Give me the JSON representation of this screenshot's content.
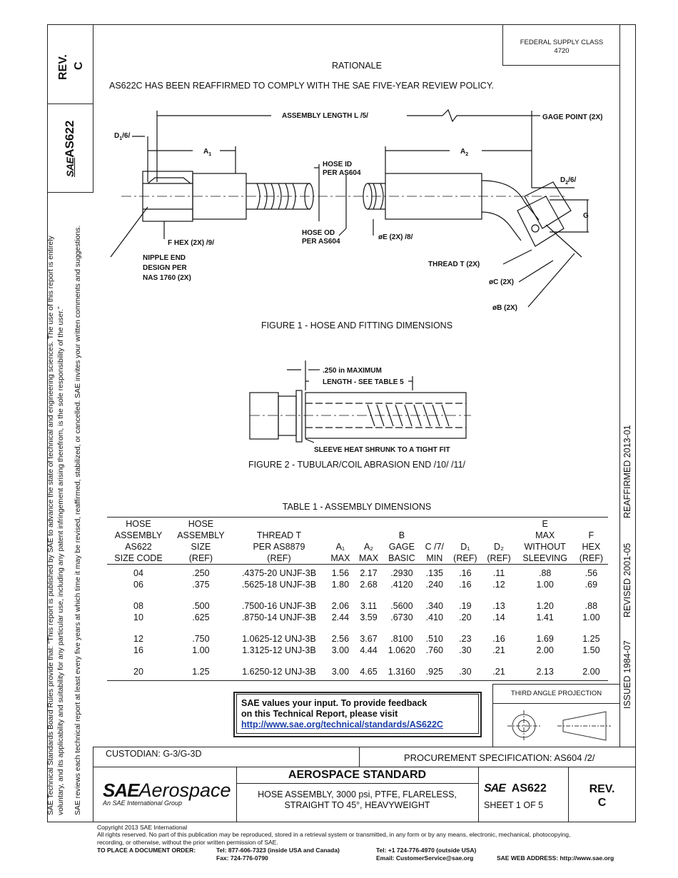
{
  "left_margin": {
    "line1": "SAE Technical Standards Board Rules provide that: “This report is published by SAE to advance the state of technical and engineering sciences. The use of this report is entirely",
    "line2": "voluntary, and its applicability and suitability for any particular use, including any patent infringement arising therefrom, is the sole responsibility of the user.”",
    "line3": "SAE reviews each technical report at least every five years at which time it may be revised, reaffirmed, stabilized, or cancelled. SAE invites your written comments and suggestions."
  },
  "side_tab": {
    "rev_label": "REV.",
    "rev_value": "C",
    "doc_number": "AS622",
    "sae_mark": "SAE"
  },
  "right_strip": {
    "reaffirmed": "REAFFIRMED 2013-01",
    "revised": "REVISED 2001-05",
    "issued": "ISSUED 1984-07"
  },
  "header": {
    "supply_class_label": "FEDERAL SUPPLY CLASS",
    "supply_class_value": "4720"
  },
  "rationale": {
    "title": "RATIONALE",
    "text": "AS622C HAS BEEN REAFFIRMED TO COMPLY WITH THE SAE FIVE-YEAR REVIEW POLICY."
  },
  "figure1": {
    "caption": "FIGURE 1 - HOSE AND FITTING DIMENSIONS",
    "labels": {
      "assembly_length": "ASSEMBLY LENGTH L /5/",
      "gage_point": "GAGE POINT (2X)",
      "d1": "D",
      "d1_sub": "1",
      "d1_suffix": "/6/",
      "a1": "A",
      "a1_sub": "1",
      "a2": "A",
      "a2_sub": "2",
      "hose_id_1": "HOSE ID",
      "hose_id_2": "PER AS604",
      "d2": "D",
      "d2_sub": "2",
      "d2_suffix": "/6/",
      "g": "G",
      "f_hex": "F HEX (2X) /9/",
      "hose_od_1": "HOSE OD",
      "hose_od_2": "PER AS604",
      "e_dim": "øE (2X) /8/",
      "nipple_1": "NIPPLE END",
      "nipple_2": "DESIGN PER",
      "nipple_3": "NAS 1760 (2X)",
      "thread_t": "THREAD T (2X)",
      "c_dim": "øC (2X)",
      "b_dim": "øB (2X)"
    }
  },
  "figure2": {
    "caption": "FIGURE 2 - TUBULAR/COIL ABRASION END /10/ /11/",
    "labels": {
      "max": ".250 in MAXIMUM",
      "length": "LENGTH - SEE TABLE 5",
      "sleeve": "SLEEVE HEAT SHRUNK TO A TIGHT FIT"
    }
  },
  "table1": {
    "title": "TABLE 1 - ASSEMBLY DIMENSIONS",
    "headers": [
      [
        "HOSE",
        "ASSEMBLY",
        "AS622",
        "SIZE CODE"
      ],
      [
        "HOSE",
        "ASSEMBLY",
        "SIZE",
        "(REF)"
      ],
      [
        "",
        "THREAD T",
        "PER AS8879",
        "(REF)"
      ],
      [
        "",
        "",
        "A₁",
        "MAX"
      ],
      [
        "",
        "",
        "A₂",
        "MAX"
      ],
      [
        "",
        "B",
        "GAGE",
        "BASIC"
      ],
      [
        "",
        "",
        "C /7/",
        "MIN"
      ],
      [
        "",
        "",
        "D₁",
        "(REF)"
      ],
      [
        "",
        "",
        "D₂",
        "(REF)"
      ],
      [
        "E",
        "MAX",
        "WITHOUT",
        "SLEEVING"
      ],
      [
        "",
        "F",
        "HEX",
        "(REF)"
      ]
    ],
    "rows": [
      [
        "04",
        ".250",
        ".4375-20 UNJF-3B",
        "1.56",
        "2.17",
        ".2930",
        ".135",
        ".16",
        ".11",
        ".88",
        ".56"
      ],
      [
        "06",
        ".375",
        ".5625-18 UNJF-3B",
        "1.80",
        "2.68",
        ".4120",
        ".240",
        ".16",
        ".12",
        "1.00",
        ".69"
      ],
      [
        "08",
        ".500",
        ".7500-16 UNJF-3B",
        "2.06",
        "3.11",
        ".5600",
        ".340",
        ".19",
        ".13",
        "1.20",
        ".88"
      ],
      [
        "10",
        ".625",
        ".8750-14 UNJF-3B",
        "2.44",
        "3.59",
        ".6730",
        ".410",
        ".20",
        ".14",
        "1.41",
        "1.00"
      ],
      [
        "12",
        ".750",
        "1.0625-12 UNJ-3B",
        "2.56",
        "3.67",
        ".8100",
        ".510",
        ".23",
        ".16",
        "1.69",
        "1.25"
      ],
      [
        "16",
        "1.00",
        "1.3125-12 UNJ-3B",
        "3.00",
        "4.44",
        "1.0620",
        ".760",
        ".30",
        ".21",
        "2.00",
        "1.50"
      ],
      [
        "20",
        "1.25",
        "1.6250-12 UNJ-3B",
        "3.00",
        "4.65",
        "1.3160",
        ".925",
        ".30",
        ".21",
        "2.13",
        "2.00"
      ]
    ]
  },
  "feedback": {
    "line1": "SAE values your input. To provide feedback",
    "line2": "on this Technical Report, please visit",
    "link": "http://www.sae.org/technical/standards/AS622C"
  },
  "projection": {
    "label": "THIRD ANGLE PROJECTION"
  },
  "title_block": {
    "custodian": "CUSTODIAN: G-3/G-3D",
    "procurement": "PROCUREMENT SPECIFICATION: AS604 /2/",
    "logo_sae": "SAE",
    "logo_aero": "Aerospace",
    "logo_sub": "An SAE International Group",
    "standard_type": "AEROSPACE STANDARD",
    "title_line1": "HOSE ASSEMBLY, 3000 psi, PTFE, FLARELESS,",
    "title_line2": "STRAIGHT TO 45°, HEAVYWEIGHT",
    "doc_sae": "SAE",
    "doc_number": "AS622",
    "sheet": "SHEET 1 OF 5",
    "rev_label": "REV.",
    "rev_value": "C"
  },
  "footer": {
    "copyright": "Copyright 2013 SAE International",
    "rights1": "All rights reserved. No part of this publication may be reproduced, stored in a retrieval system or transmitted, in any form or by any means, electronic, mechanical, photocopying,",
    "rights2": "recording, or otherwise, without the prior written permission of SAE.",
    "order_label": "TO PLACE A DOCUMENT ORDER:",
    "tel_us": "Tel:  877-606-7323 (inside USA and Canada)",
    "tel_intl": "Tel:   +1 724-776-4970 (outside USA)",
    "fax": "Fax:  724-776-0790",
    "email": "Email: CustomerService@sae.org",
    "web": "SAE WEB ADDRESS: http://www.sae.org"
  }
}
